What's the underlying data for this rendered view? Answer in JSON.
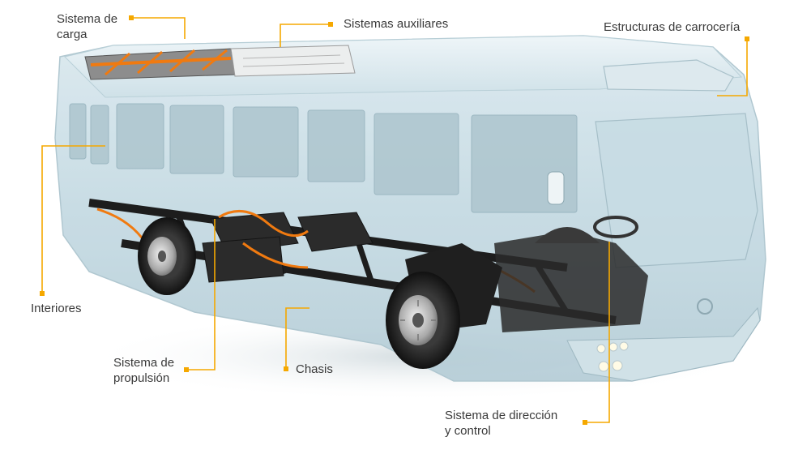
{
  "accent_color": "#f5a800",
  "labels": {
    "charging": {
      "line1": "Sistema de",
      "line2": "carga"
    },
    "auxiliary": {
      "line1": "Sistemas auxiliares"
    },
    "body": {
      "line1": "Estructuras de carrocería"
    },
    "interiors": {
      "line1": "Interiores"
    },
    "propulsion": {
      "line1": "Sistema de",
      "line2": "propulsión"
    },
    "chassis": {
      "line1": "Chasis"
    },
    "steering": {
      "line1": "Sistema de dirección",
      "line2": "y control"
    }
  }
}
